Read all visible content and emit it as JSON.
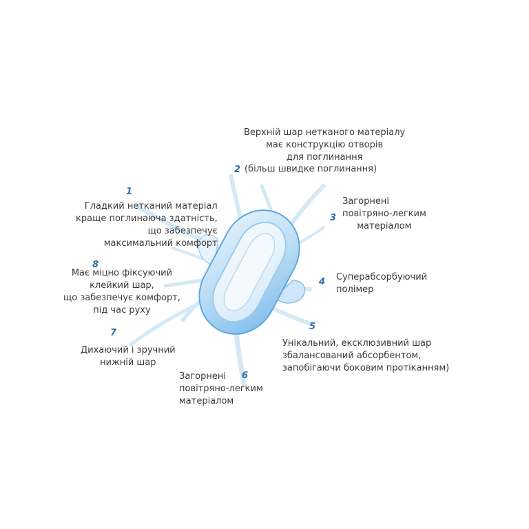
{
  "colors": {
    "accent": "#2f6fb0",
    "pad_fill": "#c9e3f7",
    "pad_edge": "#5fa6e0",
    "streak": "#d2e7f6",
    "text": "#3a3a3a"
  },
  "callouts": [
    {
      "number": "1",
      "lines": [
        "Гладкий нетканий матеріал",
        "краще поглинаюча здатність,",
        "що забезпечує",
        "максимальний комфорт"
      ]
    },
    {
      "number": "2",
      "lines": [
        "Верхній шар нетканого матеріалу",
        "має конструкцію отворів",
        "для поглинання",
        "(більш швидке поглинання)"
      ]
    },
    {
      "number": "3",
      "lines": [
        "Загорнені",
        "повітряно-легким",
        "матеріалом"
      ]
    },
    {
      "number": "4",
      "lines": [
        "Суперабсорбуючий",
        "полімер"
      ]
    },
    {
      "number": "5",
      "lines": [
        "Унікальний, ексклюзивний шар",
        "збалансований абсорбентом,",
        "запобігаючи боковим протіканням)"
      ]
    },
    {
      "number": "6",
      "lines": [
        "Загорнені",
        "повітряно-легким",
        "матеріалом"
      ]
    },
    {
      "number": "7",
      "lines": [
        "Дихаючий і зручний",
        "нижній шар"
      ]
    },
    {
      "number": "8",
      "lines": [
        "Має міцно фіксуючий",
        "клейкий шар,",
        "що забезпечує комфорт,",
        "під час руху"
      ]
    }
  ]
}
